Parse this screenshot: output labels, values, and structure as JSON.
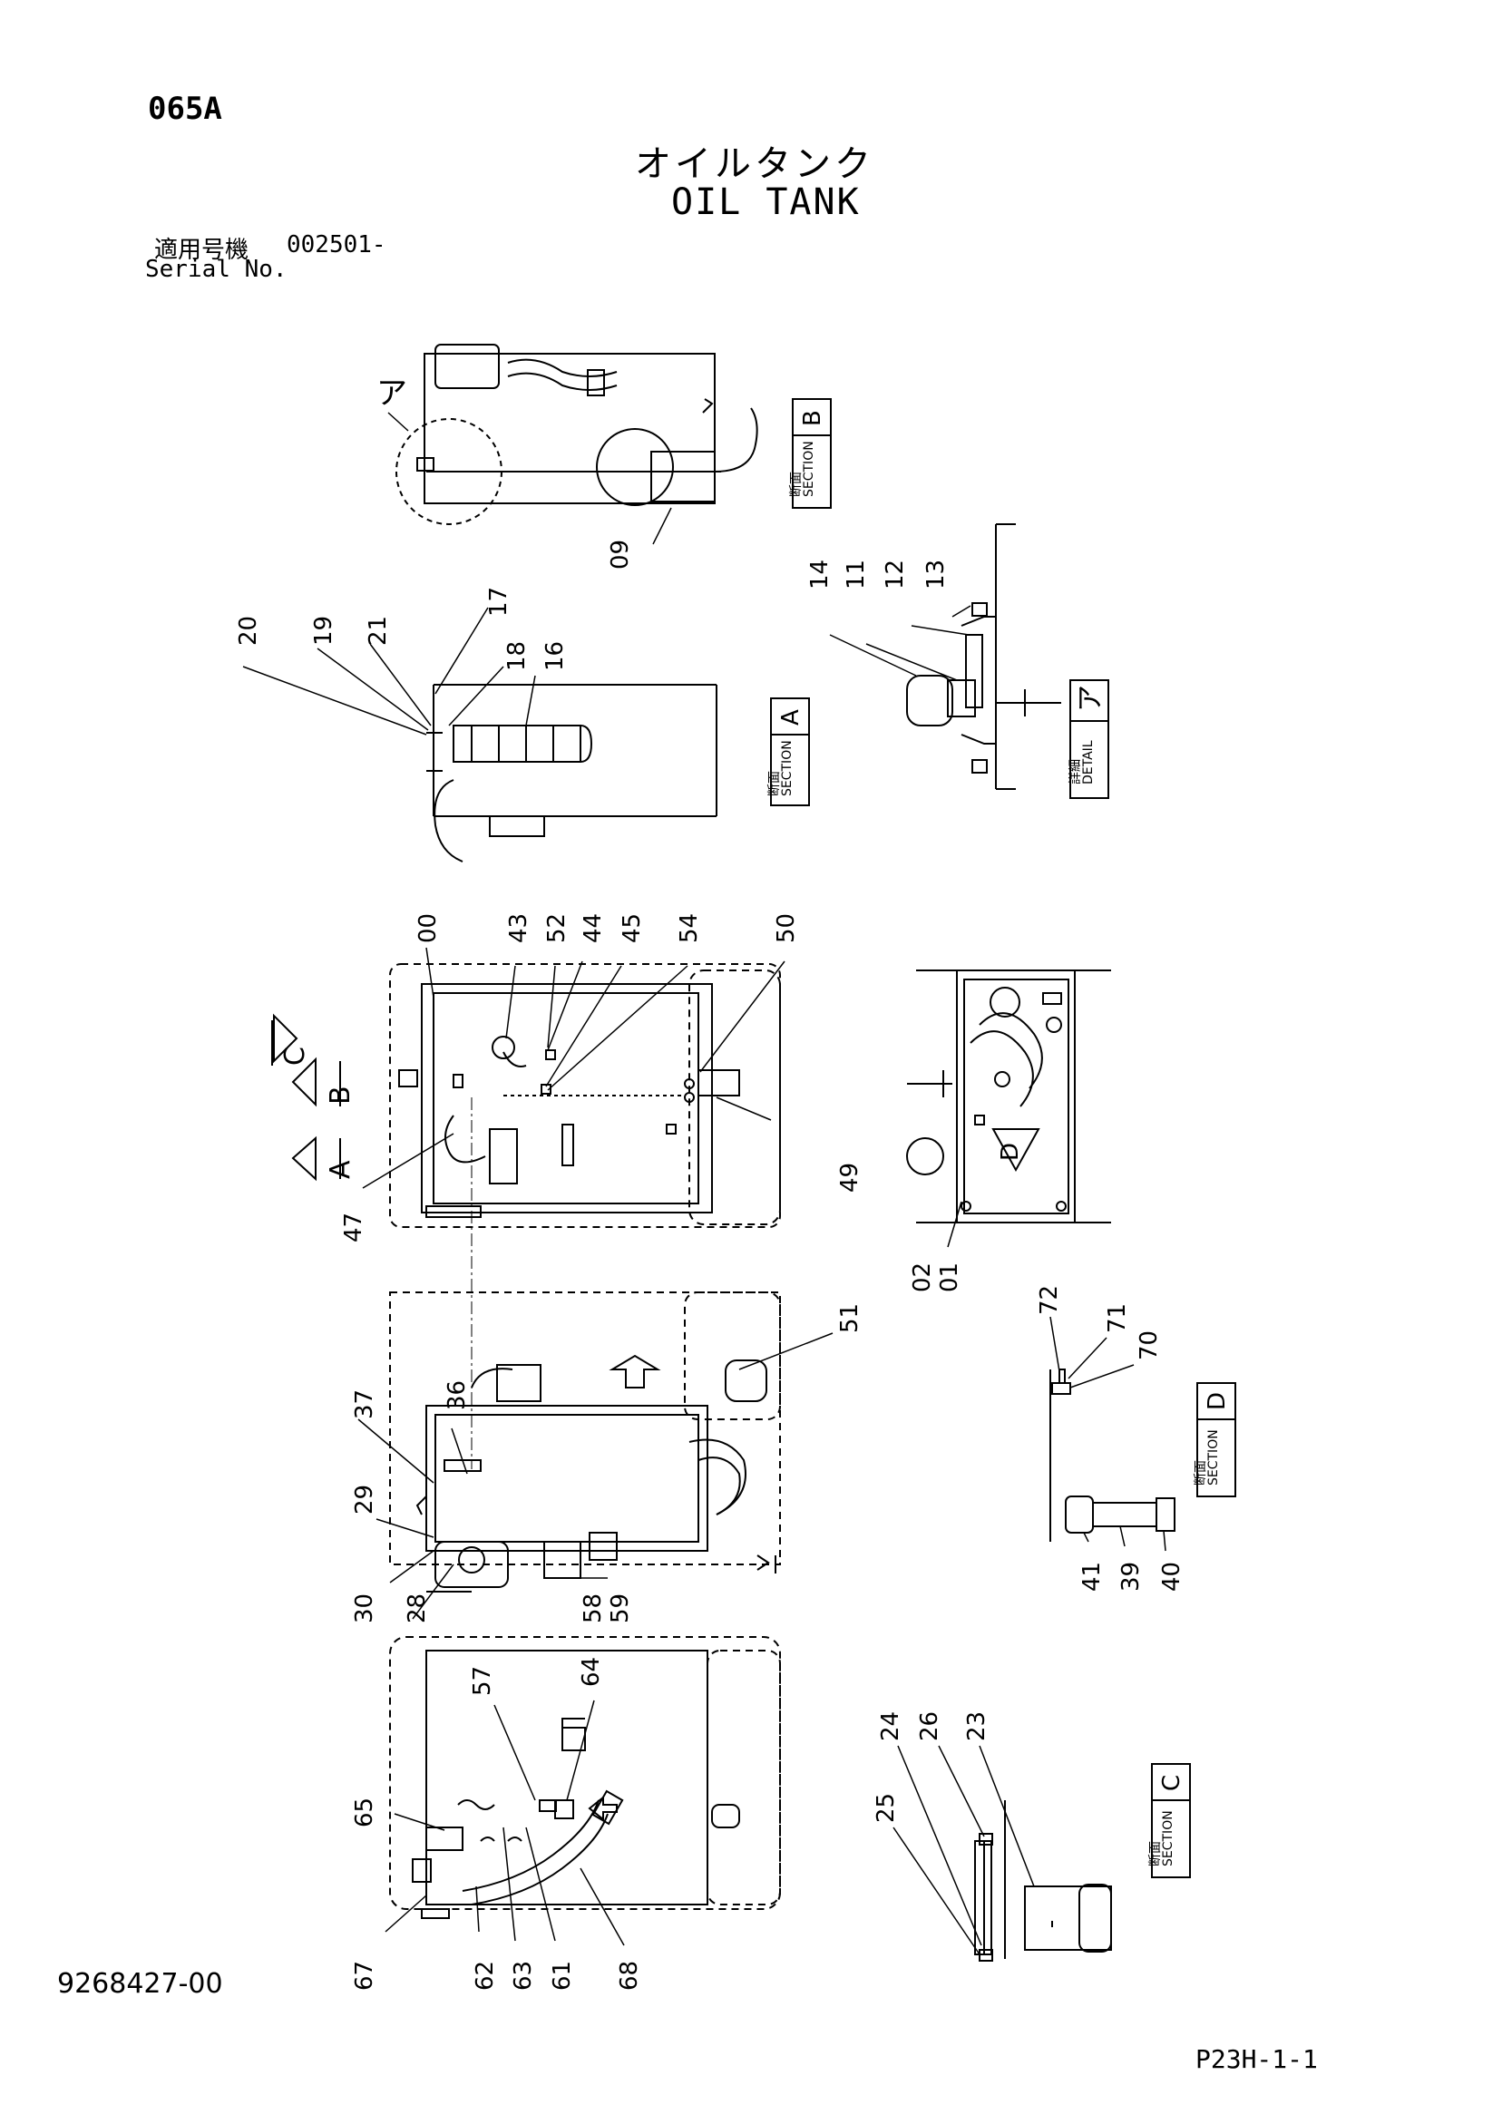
{
  "header": {
    "page_code": "065A",
    "title_jp": "オイルタンク",
    "title_en": "OIL TANK",
    "serial_label_jp": "適用号機",
    "serial_value": "002501-",
    "serial_label_en": "Serial No."
  },
  "footer": {
    "doc_number": "9268427-00",
    "page_ref": "P23H-1-1"
  },
  "views": {
    "section_b": {
      "jp": "断面",
      "en": "SECTION",
      "letter": "B"
    },
    "section_a": {
      "jp": "断面",
      "en": "SECTION",
      "letter": "A"
    },
    "detail_a": {
      "jp": "詳細",
      "en": "DETAIL",
      "letter": "ア"
    },
    "section_d": {
      "jp": "断面",
      "en": "SECTION",
      "letter": "D"
    },
    "section_c": {
      "jp": "断面",
      "en": "SECTION",
      "letter": "C"
    },
    "detail_marker": "ア",
    "arrow_c": "C",
    "arrow_b": "B",
    "arrow_a": "A",
    "arrow_d": "D"
  },
  "callouts": {
    "c09": "09",
    "c14": "14",
    "c11": "11",
    "c12": "12",
    "c13": "13",
    "c20": "20",
    "c19": "19",
    "c21": "21",
    "c17": "17",
    "c18": "18",
    "c16": "16",
    "c00": "00",
    "c43": "43",
    "c52": "52",
    "c44": "44",
    "c45": "45",
    "c54": "54",
    "c50": "50",
    "c47": "47",
    "c49": "49",
    "c02": "02",
    "c01": "01",
    "c37": "37",
    "c36": "36",
    "c29": "29",
    "c30": "30",
    "c28": "28",
    "c58": "58",
    "c59": "59",
    "c51": "51",
    "c72": "72",
    "c71": "71",
    "c70": "70",
    "c41": "41",
    "c39": "39",
    "c40": "40",
    "c57": "57",
    "c64": "64",
    "c65": "65",
    "c67": "67",
    "c62": "62",
    "c63": "63",
    "c61": "61",
    "c68": "68",
    "c24": "24",
    "c26": "26",
    "c23": "23",
    "c25": "25"
  }
}
